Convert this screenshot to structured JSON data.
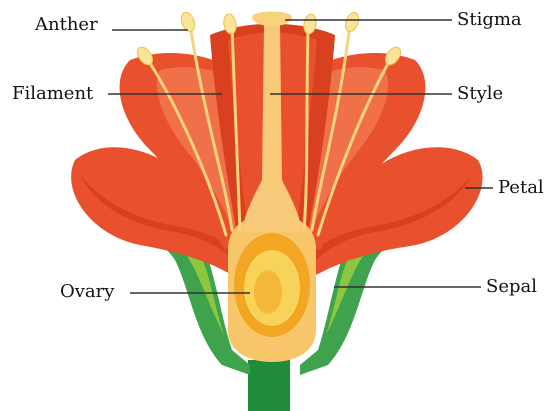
{
  "labels": {
    "anther": "Anther",
    "filament": "Filament",
    "ovary": "Ovary",
    "stigma": "Stigma",
    "style": "Style",
    "petal": "Petal",
    "sepal": "Sepal"
  },
  "colors": {
    "petal_outer": "#E8502E",
    "petal_inner": "#F0704A",
    "petal_dark": "#D9401F",
    "sepal": "#8DC63F",
    "sepal_dark": "#3FA34D",
    "stem": "#1F8C3A",
    "receptacle": "#F7C56A",
    "ovary": "#F2A623",
    "ovule": "#F7D35A",
    "style": "#F9C97A",
    "filament": "#F6D37C",
    "anther": "#F8E59A",
    "leader_line": "#333333"
  },
  "icons": {
    "flower": "flower-diagram-icon"
  }
}
